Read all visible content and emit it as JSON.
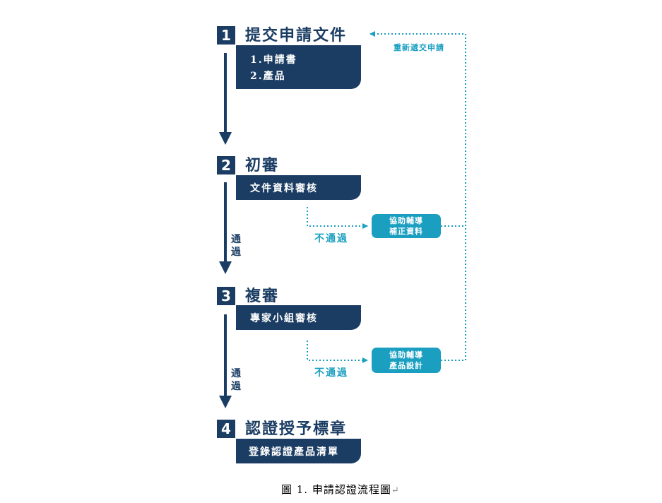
{
  "steps": [
    {
      "num": "1",
      "title": "提交申請文件",
      "details": [
        "1.申請書",
        "2.產品"
      ]
    },
    {
      "num": "2",
      "title": "初審",
      "details": [
        "文件資料審核"
      ]
    },
    {
      "num": "3",
      "title": "複審",
      "details": [
        "專家小組審核"
      ]
    },
    {
      "num": "4",
      "title": "認證授予標章",
      "details": [
        "登錄認證產品清單"
      ]
    }
  ],
  "pass_label": [
    "通",
    "過"
  ],
  "fail_label": "不通過",
  "help_boxes": [
    {
      "line1": "協助輔導",
      "line2": "補正資料"
    },
    {
      "line1": "協助輔導",
      "line2": "產品設計"
    }
  ],
  "resubmit_label": "重新遞交申請",
  "caption": "圖 1. 申請認證流程圖",
  "caption_return_mark": "↵",
  "colors": {
    "navy": "#1b3d63",
    "teal": "#1a9fc1"
  }
}
